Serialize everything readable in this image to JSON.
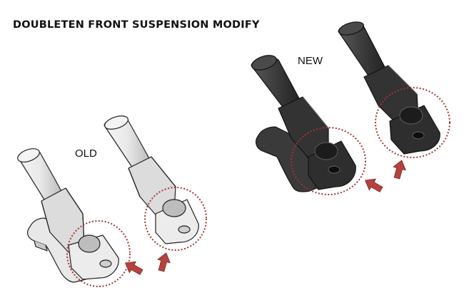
{
  "title": "DOUBLETEN FRONT SUSPENSION MODIFY",
  "labels": {
    "old": "OLD",
    "new": "NEW"
  },
  "colors": {
    "highlight_circle": "#a83232",
    "arrow": "#b5423e",
    "old_part_fill": "#e6e6e6",
    "new_part_fill": "#3a3a3a",
    "outline": "#222222"
  }
}
